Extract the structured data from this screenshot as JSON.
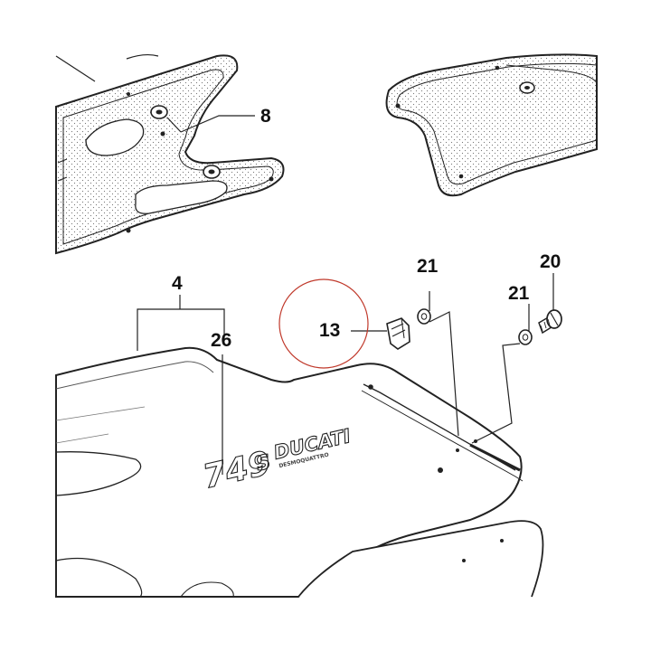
{
  "diagram": {
    "callouts": {
      "panel_left": "8",
      "fairing_group": "4",
      "decal": "26",
      "clip": "13",
      "washer_a": "21",
      "washer_b": "21",
      "screw": "20"
    },
    "decal": {
      "model": "749",
      "variant": "S",
      "brand": "DUCATI",
      "subline": "DESMOQUATTRO"
    },
    "highlight_color": "#c0392b",
    "line_color": "#222222"
  }
}
